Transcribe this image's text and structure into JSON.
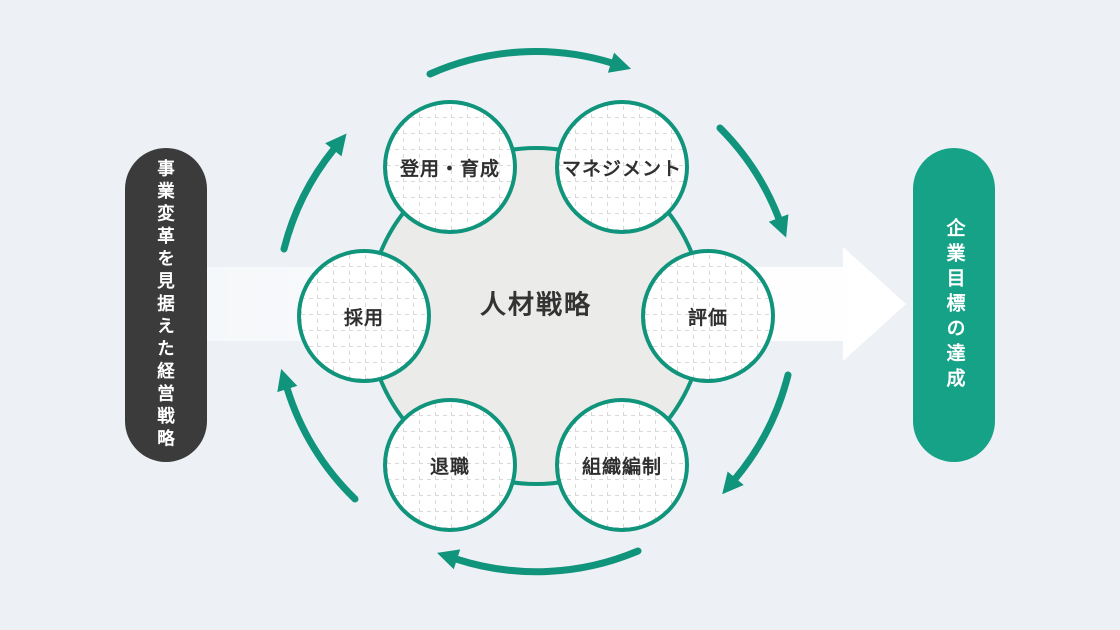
{
  "colors": {
    "background": "#edf1f6",
    "pill-dark": "#3b3b3b",
    "pill-teal": "#16a287",
    "teal": "#10947b",
    "circle-gray": "#ebebe9",
    "text-dark": "#333333"
  },
  "left_pill": {
    "label": "事業変革を見据えた経営戦略"
  },
  "right_pill": {
    "label": "企業目標の達成"
  },
  "center_circle": {
    "label": "人材戦略"
  },
  "cycle": {
    "items": [
      {
        "label": "登用・育成"
      },
      {
        "label": "マネジメント"
      },
      {
        "label": "評価"
      },
      {
        "label": "組織編制"
      },
      {
        "label": "退職"
      },
      {
        "label": "採用"
      }
    ]
  }
}
